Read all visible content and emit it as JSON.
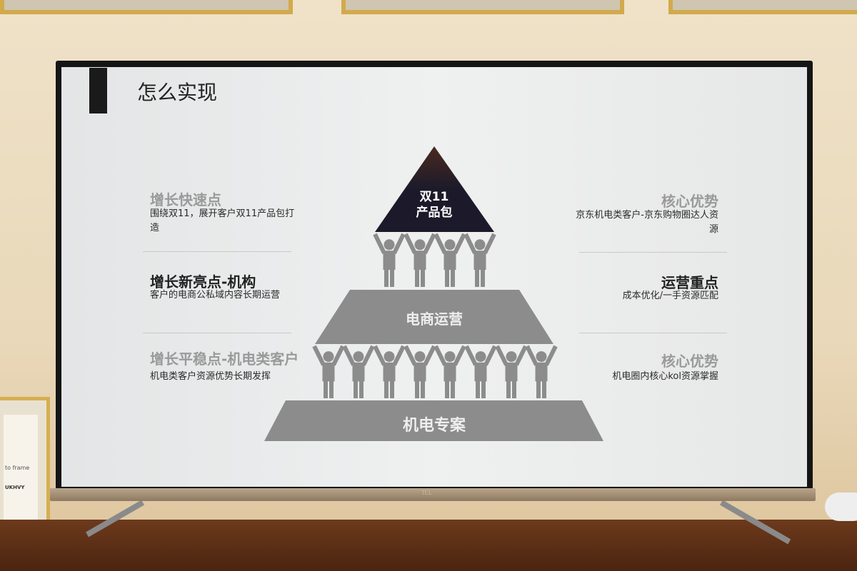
{
  "slide": {
    "title": "怎么实现",
    "left": [
      {
        "title": "增长快速点",
        "desc": [
          "围绕双11，展开客户双11产品包打",
          "造"
        ]
      },
      {
        "title": "增长新亮点-机构",
        "desc": [
          "客户的电商公私域内容长期运营"
        ]
      },
      {
        "title": "增长平稳点-机电类客户",
        "desc": [
          "机电类客户资源优势长期发挥"
        ]
      }
    ],
    "right": [
      {
        "title": "核心优势",
        "desc": [
          "京东机电类客户-京东购物圈达人资",
          "源"
        ]
      },
      {
        "title": "运营重点",
        "desc": [
          "成本优化/一手资源匹配"
        ]
      },
      {
        "title": "核心优势",
        "desc": [
          "机电圈内核心kol资源掌握"
        ]
      }
    ],
    "pyramid": {
      "top": [
        "双11",
        "产品包"
      ],
      "middle": "电商运营",
      "bottom": "机电专案",
      "top_color": "#1c1a2a",
      "tier_color": "#8c8c8c"
    }
  },
  "scene": {
    "tv_brand": "TCL",
    "frame_text": "to frame",
    "frame_logo": "UKHVY"
  }
}
